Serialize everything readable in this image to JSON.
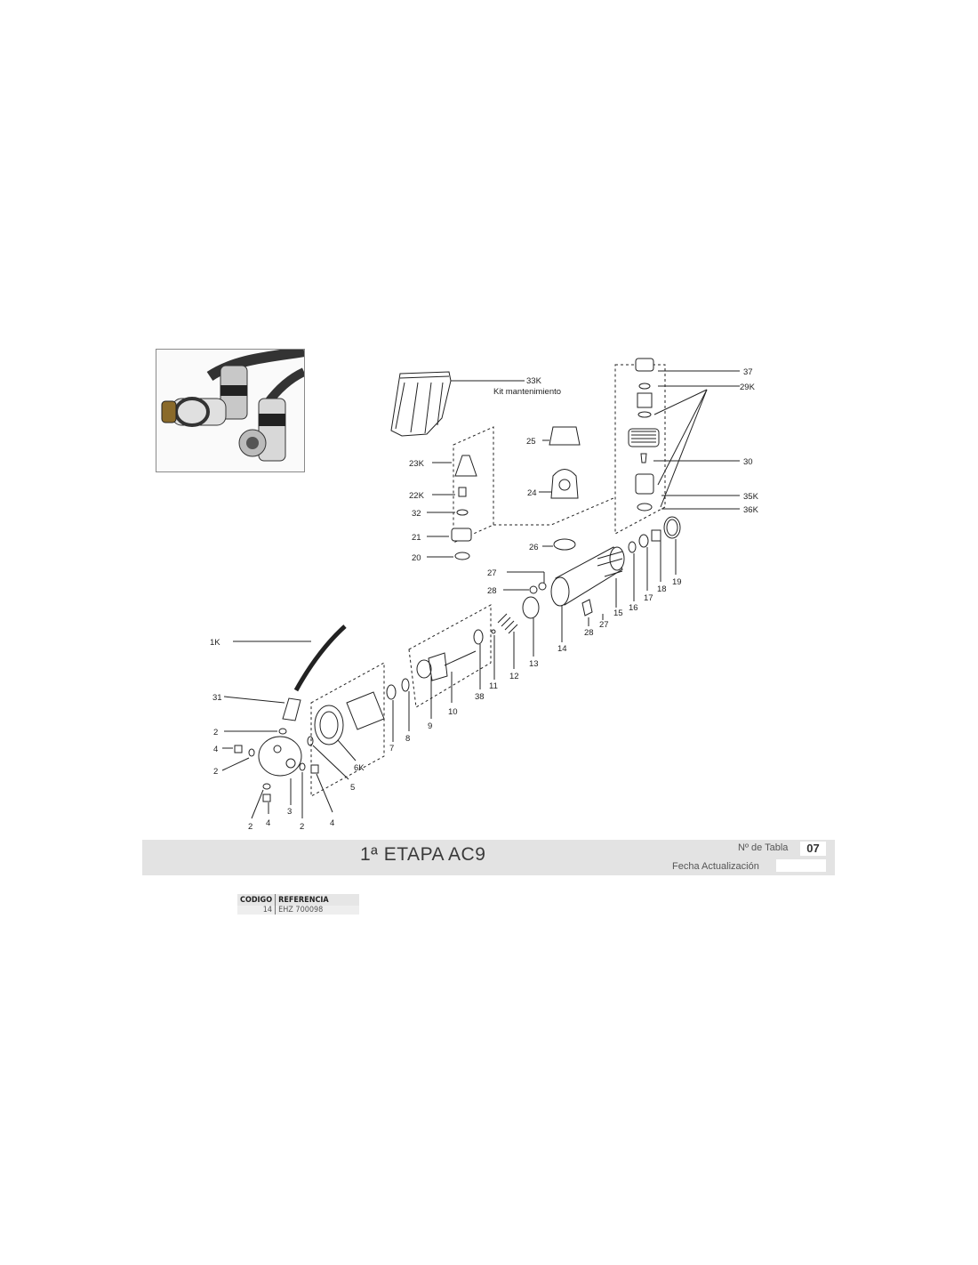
{
  "title": "1ª ETAPA AC9",
  "tabla": {
    "label": "Nº de Tabla",
    "value": "07"
  },
  "fecha": {
    "label": "Fecha Actualización",
    "value": ""
  },
  "table": {
    "headers": [
      "CODIGO",
      "REFERENCIA"
    ],
    "rows": [
      {
        "codigo": "14",
        "referencia": "EHZ 700098"
      }
    ]
  },
  "callouts": {
    "c33K": "33K",
    "kit": "Kit mantenimiento",
    "c25": "25",
    "c23K": "23K",
    "c22K": "22K",
    "c32": "32",
    "c24": "24",
    "c21": "21",
    "c20": "20",
    "c26": "26",
    "c37": "37",
    "c29K": "29K",
    "c30": "30",
    "c35K": "35K",
    "c36K": "36K",
    "c27a": "27",
    "c28a": "28",
    "c14": "14",
    "c28b": "28",
    "c27b": "27",
    "c15": "15",
    "c16": "16",
    "c17": "17",
    "c18": "18",
    "c19": "19",
    "c13": "13",
    "c12": "12",
    "c11": "11",
    "c38": "38",
    "c10": "10",
    "c9": "9",
    "c8": "8",
    "c7": "7",
    "c6K": "6K",
    "c5": "5",
    "c1K": "1K",
    "c31": "31",
    "c2a": "2",
    "c4a": "4",
    "c2b": "2",
    "c3": "3",
    "c2c": "2",
    "c4b": "4",
    "c2d": "2",
    "c4c": "4"
  },
  "colors": {
    "title_bar": "#e3e3e3",
    "line": "#222222"
  }
}
